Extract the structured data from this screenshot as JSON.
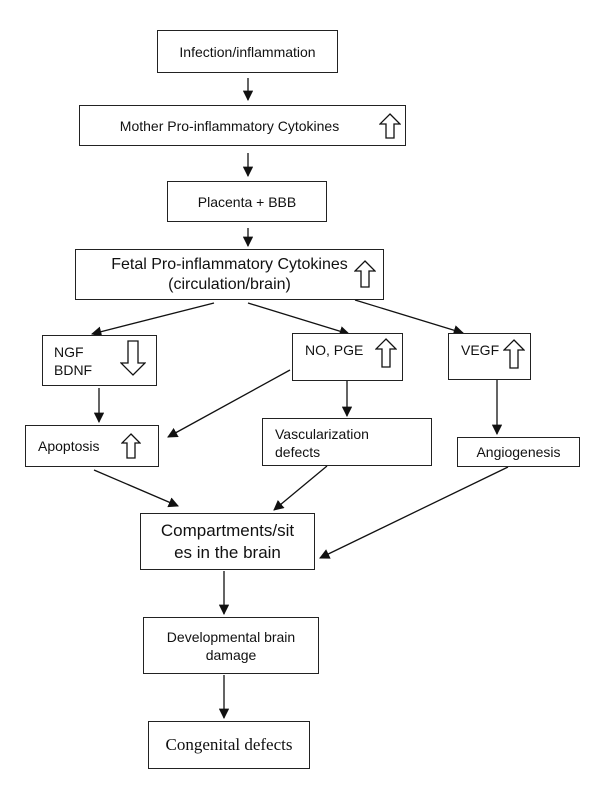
{
  "diagram": {
    "nodes": {
      "infection": {
        "label": "Infection/inflammation"
      },
      "mother": {
        "label": "Mother Pro-inflammatory Cytokines",
        "trend": "up"
      },
      "placenta": {
        "label": "Placenta + BBB"
      },
      "fetal": {
        "line1": "Fetal Pro-inflammatory Cytokines",
        "line2": "(circulation/brain)",
        "trend": "up"
      },
      "ngf": {
        "line1": "NGF",
        "line2": "BDNF",
        "trend": "down"
      },
      "no_pge": {
        "label": "NO, PGE",
        "trend": "up"
      },
      "vegf": {
        "label": "VEGF",
        "trend": "up"
      },
      "apoptosis": {
        "label": "Apoptosis",
        "trend": "up"
      },
      "vasc": {
        "line1": "Vascularization",
        "line2": "defects"
      },
      "angio": {
        "label": "Angiogenesis"
      },
      "compartments": {
        "line1": "Compartments/sit",
        "line2": "es in the brain"
      },
      "dev_damage": {
        "line1": "Developmental brain",
        "line2": "damage"
      },
      "congenital": {
        "label": "Congenital defects"
      }
    },
    "edges": [
      [
        "infection",
        "mother"
      ],
      [
        "mother",
        "placenta"
      ],
      [
        "placenta",
        "fetal"
      ],
      [
        "fetal",
        "ngf"
      ],
      [
        "fetal",
        "no_pge"
      ],
      [
        "fetal",
        "vegf"
      ],
      [
        "ngf",
        "apoptosis"
      ],
      [
        "no_pge",
        "apoptosis"
      ],
      [
        "no_pge",
        "vasc"
      ],
      [
        "vegf",
        "angio"
      ],
      [
        "apoptosis",
        "compartments"
      ],
      [
        "vasc",
        "compartments"
      ],
      [
        "angio",
        "compartments"
      ],
      [
        "compartments",
        "dev_damage"
      ],
      [
        "dev_damage",
        "congenital"
      ]
    ]
  }
}
